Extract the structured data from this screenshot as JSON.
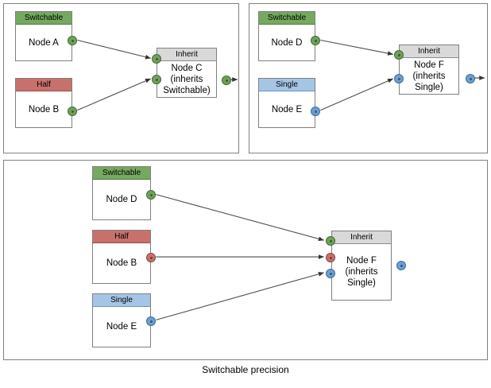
{
  "diagram": {
    "caption": "Switchable precision",
    "colors": {
      "switchable": "#76a95f",
      "half": "#c8716c",
      "single": "#a5c4e6",
      "inherit": "#d9d9d9",
      "port_green": "#72a05e",
      "port_red": "#c8716c",
      "port_blue": "#6f9ed1",
      "border": "#808080",
      "edge": "#4d4d4d"
    },
    "panels": [
      {
        "id": "top-left",
        "nodes": [
          {
            "id": "node-a",
            "header": "Switchable",
            "body": "Node A",
            "header_type": "switchable"
          },
          {
            "id": "node-b",
            "header": "Half",
            "body": "Node B",
            "header_type": "half"
          },
          {
            "id": "node-c",
            "header": "Inherit",
            "body": "Node C\n(inherits\nSwitchable)",
            "header_type": "inherit"
          }
        ],
        "ports": [
          {
            "id": "port-node-a-out",
            "color": "green"
          },
          {
            "id": "port-node-b-out",
            "color": "green"
          },
          {
            "id": "port-node-c-in-1",
            "color": "green"
          },
          {
            "id": "port-node-c-in-2",
            "color": "green"
          },
          {
            "id": "port-node-c-out",
            "color": "green"
          }
        ],
        "edges": [
          {
            "id": "edge-a-to-c",
            "from": "node-a",
            "to": "node-c"
          },
          {
            "id": "edge-b-to-c",
            "from": "node-b",
            "to": "node-c"
          },
          {
            "id": "edge-c-out",
            "from": "node-c",
            "to": "open"
          }
        ]
      },
      {
        "id": "top-right",
        "nodes": [
          {
            "id": "node-d",
            "header": "Switchable",
            "body": "Node D",
            "header_type": "switchable"
          },
          {
            "id": "node-e",
            "header": "Single",
            "body": "Node E",
            "header_type": "single"
          },
          {
            "id": "node-f",
            "header": "Inherit",
            "body": "Node F\n(inherits\nSingle)",
            "header_type": "inherit"
          }
        ],
        "ports": [
          {
            "id": "port-node-d-out",
            "color": "green"
          },
          {
            "id": "port-node-e-out",
            "color": "blue"
          },
          {
            "id": "port-node-f-in-1",
            "color": "green"
          },
          {
            "id": "port-node-f-in-2",
            "color": "blue"
          },
          {
            "id": "port-node-f-out",
            "color": "blue"
          }
        ],
        "edges": [
          {
            "id": "edge-d-to-f",
            "from": "node-d",
            "to": "node-f"
          },
          {
            "id": "edge-e-to-f",
            "from": "node-e",
            "to": "node-f"
          },
          {
            "id": "edge-f-out",
            "from": "node-f",
            "to": "open"
          }
        ]
      },
      {
        "id": "bottom",
        "nodes": [
          {
            "id": "node-d2",
            "header": "Switchable",
            "body": "Node D",
            "header_type": "switchable"
          },
          {
            "id": "node-b2",
            "header": "Half",
            "body": "Node B",
            "header_type": "half"
          },
          {
            "id": "node-e2",
            "header": "Single",
            "body": "Node E",
            "header_type": "single"
          },
          {
            "id": "node-f2",
            "header": "Inherit",
            "body": "Node F\n(inherits\nSingle)",
            "header_type": "inherit"
          }
        ],
        "ports": [
          {
            "id": "port-node-d2-out",
            "color": "green"
          },
          {
            "id": "port-node-b2-out",
            "color": "red"
          },
          {
            "id": "port-node-e2-out",
            "color": "blue"
          },
          {
            "id": "port-node-f2-in-1",
            "color": "green"
          },
          {
            "id": "port-node-f2-in-2",
            "color": "red"
          },
          {
            "id": "port-node-f2-in-3",
            "color": "blue"
          },
          {
            "id": "port-node-f2-out",
            "color": "blue"
          }
        ],
        "edges": [
          {
            "id": "edge-d2-to-f2",
            "from": "node-d2",
            "to": "node-f2"
          },
          {
            "id": "edge-b2-to-f2",
            "from": "node-b2",
            "to": "node-f2"
          },
          {
            "id": "edge-e2-to-f2",
            "from": "node-e2",
            "to": "node-f2"
          }
        ]
      }
    ]
  }
}
